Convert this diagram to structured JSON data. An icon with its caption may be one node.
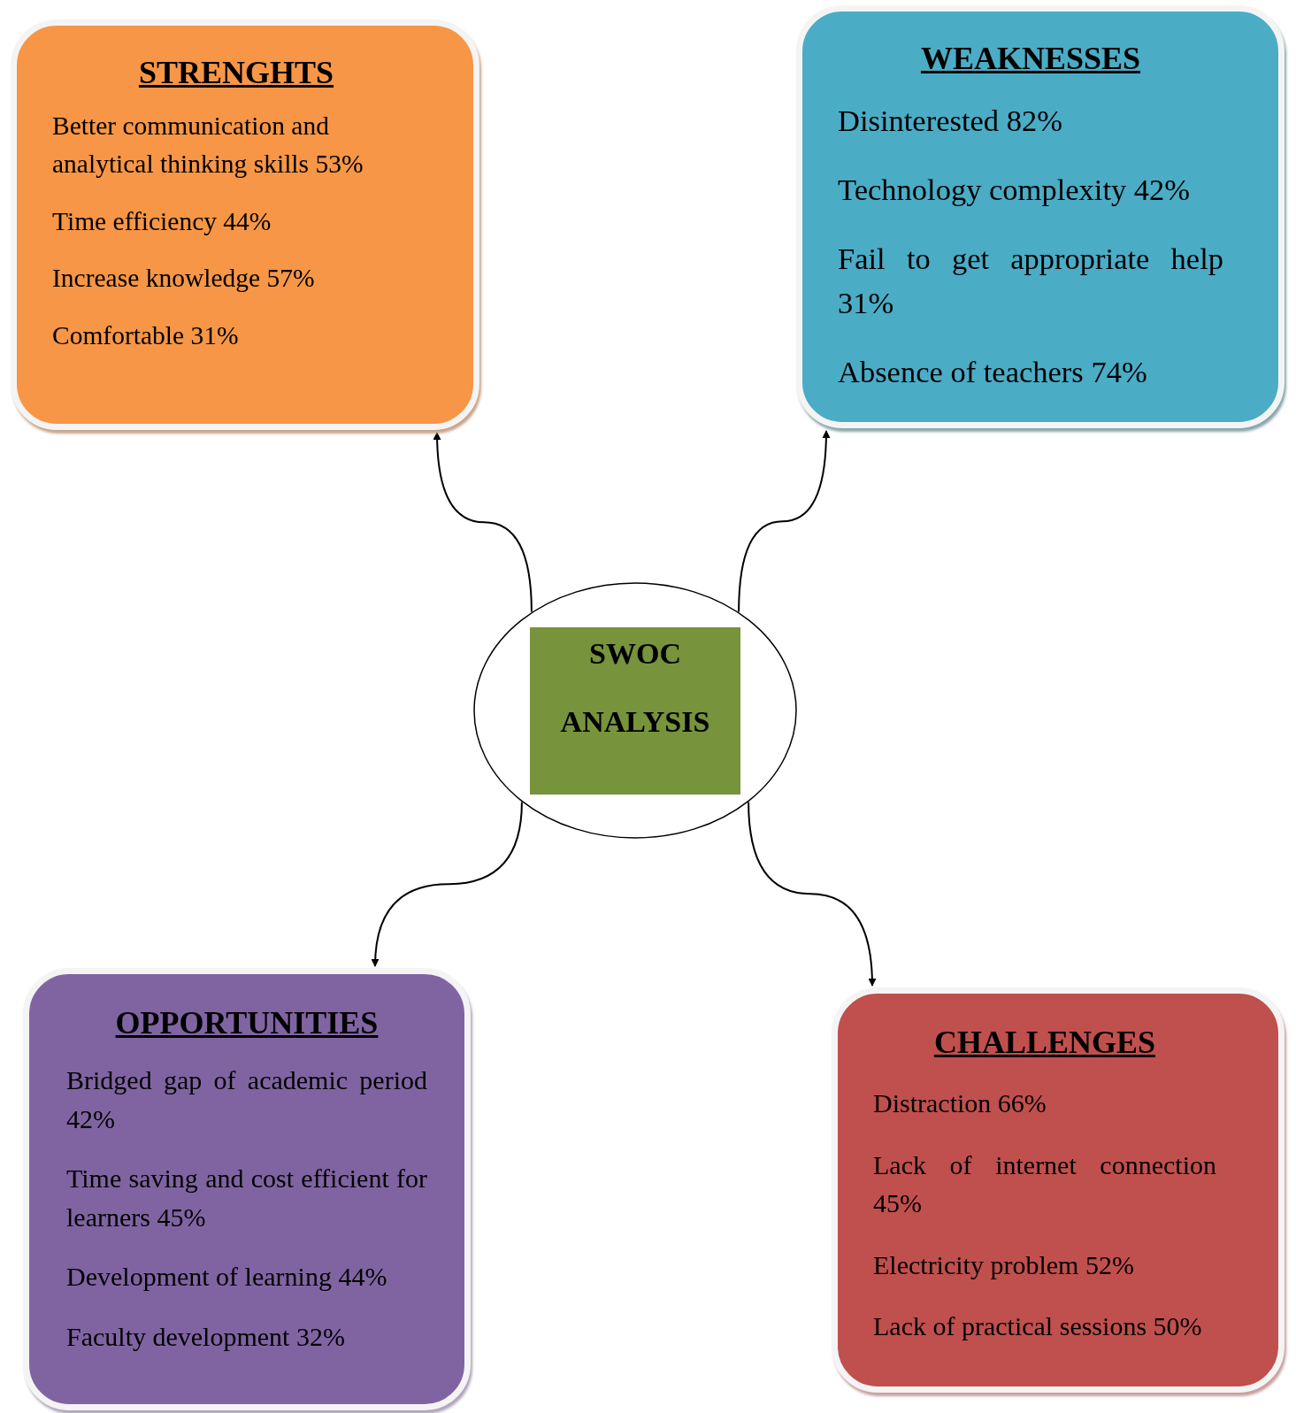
{
  "diagram": {
    "nodes": [
      {
        "text": [
          "STRENGHTS",
          "Better communication and analytical thinking skills 53%",
          "Time efficiency 44%",
          "Increase knowledge 57%",
          "Comfortable 31%"
        ]
      },
      {
        "text": [
          "WEAKNESSES",
          "Disinterested 82%",
          "Technology complexity 42%",
          "Fail to get appropriate help 31%",
          "Absence of teachers 74%"
        ]
      },
      {
        "text": [],
        "shape": "circle"
      },
      {
        "text": [
          "SWOC ANALYSIS"
        ],
        "in": 2
      },
      {
        "text": [
          "OPPORTUNITIES",
          "Bridged gap of academic period 42%",
          "Time saving and cost efficient for learners 45%",
          "Development of learning 44%",
          "Faculty development 32%"
        ]
      },
      {
        "text": [
          "CHALLENGES",
          "Distraction 66%",
          "Lack of internet connection 45%",
          "Electricity problem 52%",
          "Lack of practical sessions 50%"
        ]
      }
    ],
    "edges": [
      {
        "from": 2,
        "to": 0,
        "arrow": "to"
      },
      {
        "from": 2,
        "to": 1,
        "arrow": "to"
      },
      {
        "from": 2,
        "to": 4,
        "arrow": "to"
      },
      {
        "from": 2,
        "to": 5,
        "arrow": "to"
      }
    ]
  }
}
